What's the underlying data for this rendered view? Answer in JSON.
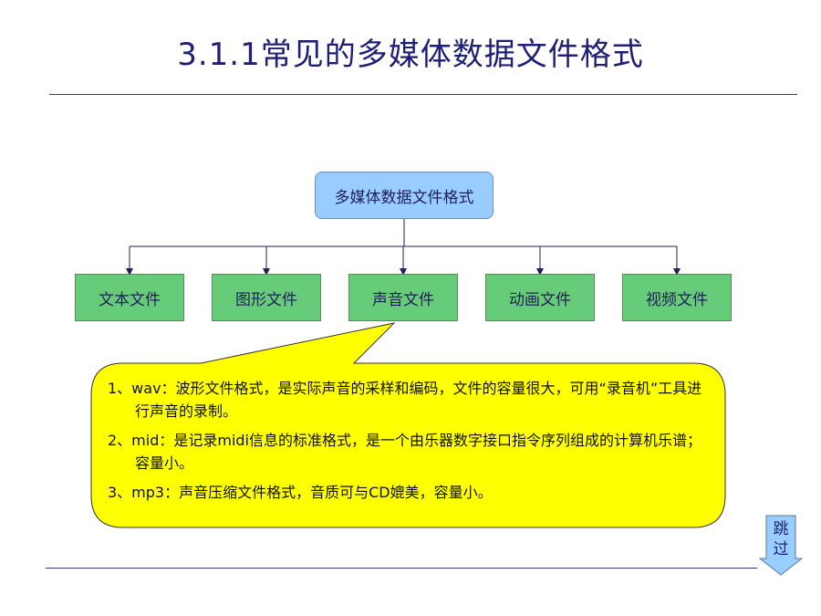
{
  "slide": {
    "title": "3.1.1常见的多媒体数据文件格式"
  },
  "diagram": {
    "root": "多媒体数据文件格式",
    "children": [
      "文本文件",
      "图形文件",
      "声音文件",
      "动画文件",
      "视频文件"
    ]
  },
  "callout": {
    "items": [
      "1、wav：波形文件格式，是实际声音的采样和编码，文件的容量很大，可用“录音机”工具进行声音的录制。",
      "2、mid：是记录midi信息的标准格式，是一个由乐器数字接口指令序列组成的计算机乐谱；容量小。",
      "3、mp3：声音压缩文件格式，音质可与CD媲美，容量小。"
    ]
  },
  "skip_button": {
    "label": "跳过"
  },
  "colors": {
    "title": "#1f1f7a",
    "root_fill": "#99ccff",
    "child_fill": "#66cc7a",
    "callout_fill": "#ffff00",
    "skip_fill": "#99ccff"
  }
}
